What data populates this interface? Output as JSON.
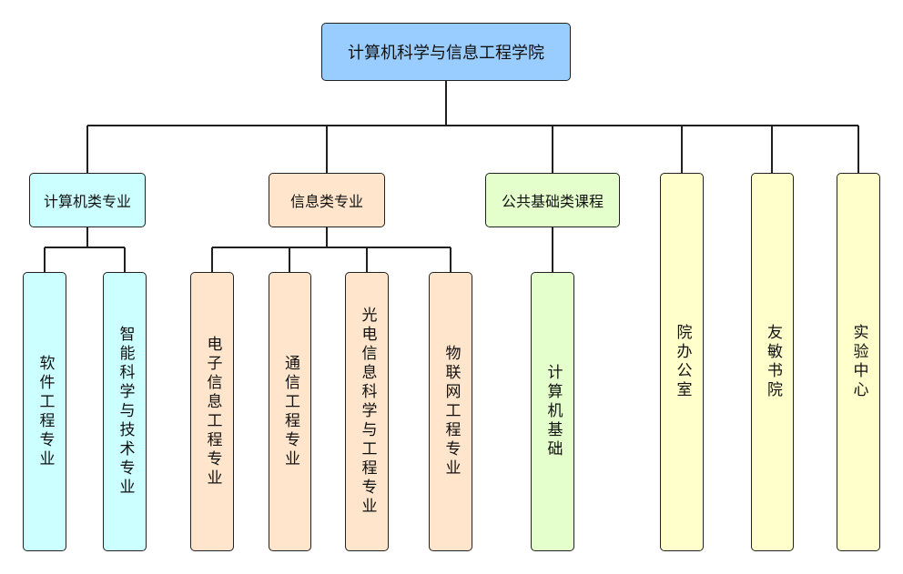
{
  "root": {
    "label": "计算机科学与信息工程学院",
    "color": "#99ccff"
  },
  "categories": [
    {
      "id": "cs",
      "label": "计算机类专业",
      "color": "#ccffff",
      "children": [
        "软件工程专业",
        "智能科学与技术专业"
      ]
    },
    {
      "id": "info",
      "label": "信息类专业",
      "color": "#ffe5cc",
      "children": [
        "电子信息工程专业",
        "通信工程专业",
        "光电信息科学与工程专业",
        "物联网工程专业"
      ]
    },
    {
      "id": "base",
      "label": "公共基础类课程",
      "color": "#e5ffcc",
      "children": [
        "计算机基础"
      ]
    }
  ],
  "offices": [
    {
      "id": "office",
      "label": "院办公室",
      "color": "#ffffcc"
    },
    {
      "id": "library",
      "label": "友敏书院",
      "color": "#ffffcc"
    },
    {
      "id": "lab",
      "label": "实验中心",
      "color": "#ffffcc"
    }
  ]
}
